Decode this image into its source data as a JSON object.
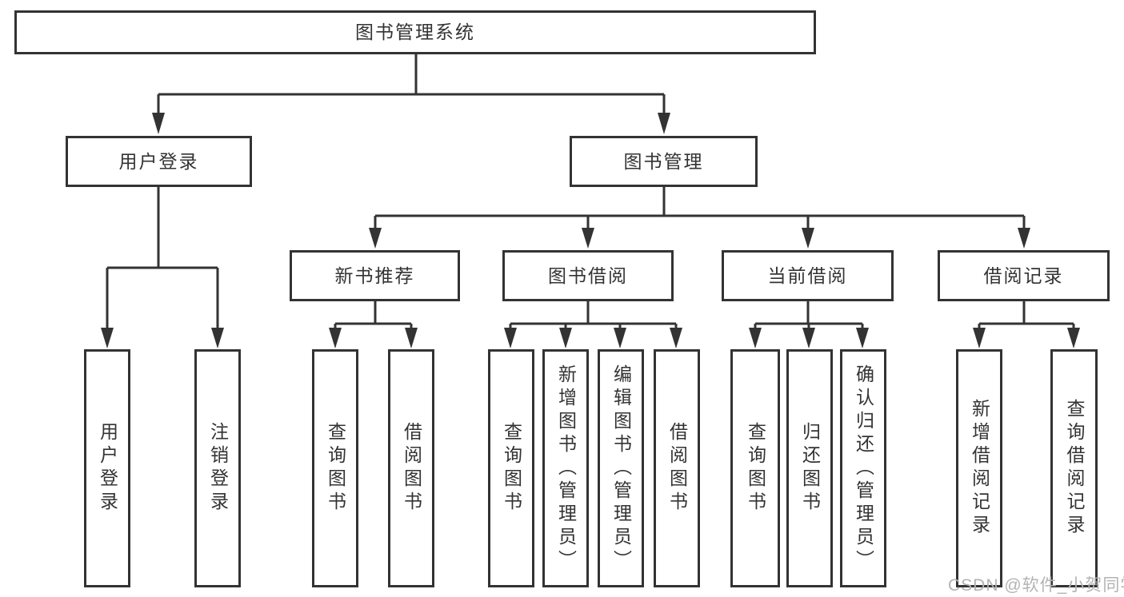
{
  "diagram": {
    "type": "functional-structure-tree",
    "watermark": "CSDN @软件_小贺同学",
    "colors": {
      "line": "#333333",
      "box_border": "#333333",
      "text": "#333333",
      "watermark": "#b3b3b3",
      "background": "#ffffff"
    }
  },
  "tree": {
    "root": {
      "label": "图书管理系统"
    },
    "level2": [
      {
        "label": "用户登录"
      },
      {
        "label": "图书管理"
      }
    ],
    "level3": [
      {
        "label": "新书推荐",
        "parent": "图书管理"
      },
      {
        "label": "图书借阅",
        "parent": "图书管理"
      },
      {
        "label": "当前借阅",
        "parent": "图书管理"
      },
      {
        "label": "借阅记录",
        "parent": "图书管理"
      }
    ],
    "leaves": [
      {
        "label": "用户登录",
        "parent": "用户登录"
      },
      {
        "label": "注销登录",
        "parent": "用户登录"
      },
      {
        "label": "查询图书",
        "parent": "新书推荐"
      },
      {
        "label": "借阅图书",
        "parent": "新书推荐"
      },
      {
        "label": "查询图书",
        "parent": "图书借阅"
      },
      {
        "label": "新增图书（管理员）",
        "parent": "图书借阅"
      },
      {
        "label": "编辑图书（管理员）",
        "parent": "图书借阅"
      },
      {
        "label": "借阅图书",
        "parent": "图书借阅"
      },
      {
        "label": "查询图书",
        "parent": "当前借阅"
      },
      {
        "label": "归还图书",
        "parent": "当前借阅"
      },
      {
        "label": "确认归还（管理员）",
        "parent": "当前借阅"
      },
      {
        "label": "新增借阅记录",
        "parent": "借阅记录"
      },
      {
        "label": "查询借阅记录",
        "parent": "借阅记录"
      }
    ]
  }
}
